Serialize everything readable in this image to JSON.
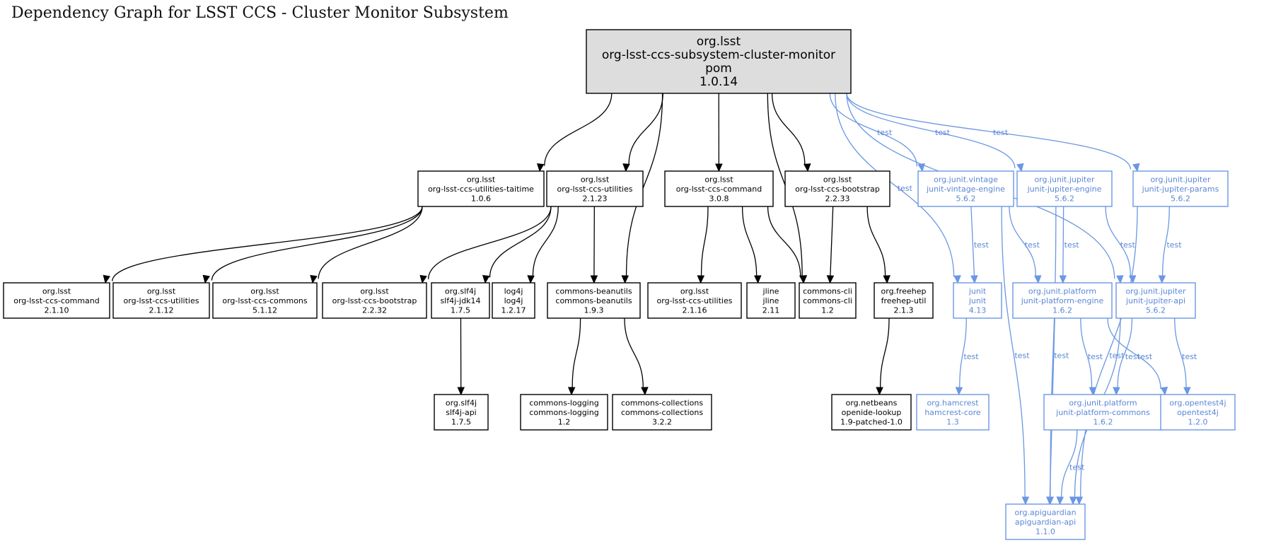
{
  "title": "Dependency Graph for LSST CCS - Cluster Monitor Subsystem",
  "colors": {
    "default": "#000000",
    "test": "#6b97e3",
    "root_fill": "#dddddd"
  },
  "nodes": [
    {
      "id": "root",
      "lines": [
        "org.lsst",
        "org-lsst-ccs-subsystem-cluster-monitor",
        "pom",
        "1.0.14"
      ],
      "style": "root"
    },
    {
      "id": "taitime",
      "lines": [
        "org.lsst",
        "org-lsst-ccs-utilities-taitime",
        "1.0.6"
      ],
      "style": "default"
    },
    {
      "id": "utilities2123",
      "lines": [
        "org.lsst",
        "org-lsst-ccs-utilities",
        "2.1.23"
      ],
      "style": "default"
    },
    {
      "id": "command308",
      "lines": [
        "org.lsst",
        "org-lsst-ccs-command",
        "3.0.8"
      ],
      "style": "default"
    },
    {
      "id": "bootstrap2233",
      "lines": [
        "org.lsst",
        "org-lsst-ccs-bootstrap",
        "2.2.33"
      ],
      "style": "default"
    },
    {
      "id": "vintage",
      "lines": [
        "org.junit.vintage",
        "junit-vintage-engine",
        "5.6.2"
      ],
      "style": "test"
    },
    {
      "id": "jupengine",
      "lines": [
        "org.junit.jupiter",
        "junit-jupiter-engine",
        "5.6.2"
      ],
      "style": "test"
    },
    {
      "id": "jupparams",
      "lines": [
        "org.junit.jupiter",
        "junit-jupiter-params",
        "5.6.2"
      ],
      "style": "test"
    },
    {
      "id": "command2110",
      "lines": [
        "org.lsst",
        "org-lsst-ccs-command",
        "2.1.10"
      ],
      "style": "default"
    },
    {
      "id": "utilities2112",
      "lines": [
        "org.lsst",
        "org-lsst-ccs-utilities",
        "2.1.12"
      ],
      "style": "default"
    },
    {
      "id": "commons5112",
      "lines": [
        "org.lsst",
        "org-lsst-ccs-commons",
        "5.1.12"
      ],
      "style": "default"
    },
    {
      "id": "bootstrap2232",
      "lines": [
        "org.lsst",
        "org-lsst-ccs-bootstrap",
        "2.2.32"
      ],
      "style": "default"
    },
    {
      "id": "slf4jjdk",
      "lines": [
        "org.slf4j",
        "slf4j-jdk14",
        "1.7.5"
      ],
      "style": "default"
    },
    {
      "id": "log4j",
      "lines": [
        "log4j",
        "log4j",
        "1.2.17"
      ],
      "style": "default"
    },
    {
      "id": "beanutils",
      "lines": [
        "commons-beanutils",
        "commons-beanutils",
        "1.9.3"
      ],
      "style": "default"
    },
    {
      "id": "utilities2116",
      "lines": [
        "org.lsst",
        "org-lsst-ccs-utilities",
        "2.1.16"
      ],
      "style": "default"
    },
    {
      "id": "jline",
      "lines": [
        "jline",
        "jline",
        "2.11"
      ],
      "style": "default"
    },
    {
      "id": "commonscli",
      "lines": [
        "commons-cli",
        "commons-cli",
        "1.2"
      ],
      "style": "default"
    },
    {
      "id": "freehep",
      "lines": [
        "org.freehep",
        "freehep-util",
        "2.1.3"
      ],
      "style": "default"
    },
    {
      "id": "junit",
      "lines": [
        "junit",
        "junit",
        "4.13"
      ],
      "style": "test"
    },
    {
      "id": "platengine",
      "lines": [
        "org.junit.platform",
        "junit-platform-engine",
        "1.6.2"
      ],
      "style": "test"
    },
    {
      "id": "jupapi",
      "lines": [
        "org.junit.jupiter",
        "junit-jupiter-api",
        "5.6.2"
      ],
      "style": "test"
    },
    {
      "id": "slf4japi",
      "lines": [
        "org.slf4j",
        "slf4j-api",
        "1.7.5"
      ],
      "style": "default"
    },
    {
      "id": "logging",
      "lines": [
        "commons-logging",
        "commons-logging",
        "1.2"
      ],
      "style": "default"
    },
    {
      "id": "collections",
      "lines": [
        "commons-collections",
        "commons-collections",
        "3.2.2"
      ],
      "style": "default"
    },
    {
      "id": "openide",
      "lines": [
        "org.netbeans",
        "openide-lookup",
        "1.9-patched-1.0"
      ],
      "style": "default"
    },
    {
      "id": "hamcrest",
      "lines": [
        "org.hamcrest",
        "hamcrest-core",
        "1.3"
      ],
      "style": "test"
    },
    {
      "id": "platcommons",
      "lines": [
        "org.junit.platform",
        "junit-platform-commons",
        "1.6.2"
      ],
      "style": "test"
    },
    {
      "id": "opentest4j",
      "lines": [
        "org.opentest4j",
        "opentest4j",
        "1.2.0"
      ],
      "style": "test"
    },
    {
      "id": "apiguardian",
      "lines": [
        "org.apiguardian",
        "apiguardian-api",
        "1.1.0"
      ],
      "style": "test"
    }
  ],
  "edges": [
    {
      "from": "root",
      "to": "taitime",
      "label": ""
    },
    {
      "from": "root",
      "to": "utilities2123",
      "label": ""
    },
    {
      "from": "root",
      "to": "beanutils",
      "label": ""
    },
    {
      "from": "root",
      "to": "command308",
      "label": ""
    },
    {
      "from": "root",
      "to": "commonscli",
      "label": ""
    },
    {
      "from": "root",
      "to": "bootstrap2233",
      "label": ""
    },
    {
      "from": "root",
      "to": "junit",
      "label": "test"
    },
    {
      "from": "root",
      "to": "vintage",
      "label": "test"
    },
    {
      "from": "root",
      "to": "jupengine",
      "label": "test"
    },
    {
      "from": "root",
      "to": "jupapi",
      "label": "test"
    },
    {
      "from": "root",
      "to": "jupparams",
      "label": "test"
    },
    {
      "from": "taitime",
      "to": "command2110",
      "label": ""
    },
    {
      "from": "taitime",
      "to": "utilities2112",
      "label": ""
    },
    {
      "from": "taitime",
      "to": "commons5112",
      "label": ""
    },
    {
      "from": "utilities2123",
      "to": "bootstrap2232",
      "label": ""
    },
    {
      "from": "utilities2123",
      "to": "slf4jjdk",
      "label": ""
    },
    {
      "from": "utilities2123",
      "to": "log4j",
      "label": ""
    },
    {
      "from": "utilities2123",
      "to": "beanutils",
      "label": ""
    },
    {
      "from": "command308",
      "to": "utilities2116",
      "label": ""
    },
    {
      "from": "command308",
      "to": "jline",
      "label": ""
    },
    {
      "from": "command308",
      "to": "commonscli",
      "label": ""
    },
    {
      "from": "bootstrap2233",
      "to": "commonscli",
      "label": ""
    },
    {
      "from": "bootstrap2233",
      "to": "freehep",
      "label": ""
    },
    {
      "from": "vintage",
      "to": "junit",
      "label": "test"
    },
    {
      "from": "vintage",
      "to": "platengine",
      "label": "test"
    },
    {
      "from": "vintage",
      "to": "apiguardian",
      "label": "test"
    },
    {
      "from": "jupengine",
      "to": "platengine",
      "label": "test"
    },
    {
      "from": "jupengine",
      "to": "jupapi",
      "label": "test"
    },
    {
      "from": "jupengine",
      "to": "apiguardian",
      "label": "test"
    },
    {
      "from": "jupparams",
      "to": "jupapi",
      "label": "test"
    },
    {
      "from": "jupparams",
      "to": "apiguardian",
      "label": "test"
    },
    {
      "from": "slf4jjdk",
      "to": "slf4japi",
      "label": ""
    },
    {
      "from": "beanutils",
      "to": "logging",
      "label": ""
    },
    {
      "from": "beanutils",
      "to": "collections",
      "label": ""
    },
    {
      "from": "freehep",
      "to": "openide",
      "label": ""
    },
    {
      "from": "junit",
      "to": "hamcrest",
      "label": "test"
    },
    {
      "from": "platengine",
      "to": "platcommons",
      "label": "test"
    },
    {
      "from": "platengine",
      "to": "opentest4j",
      "label": "test"
    },
    {
      "from": "platengine",
      "to": "apiguardian",
      "label": "test"
    },
    {
      "from": "jupapi",
      "to": "platcommons",
      "label": "test"
    },
    {
      "from": "jupapi",
      "to": "opentest4j",
      "label": "test"
    },
    {
      "from": "jupapi",
      "to": "apiguardian",
      "label": "test"
    },
    {
      "from": "platcommons",
      "to": "apiguardian",
      "label": "test"
    }
  ]
}
